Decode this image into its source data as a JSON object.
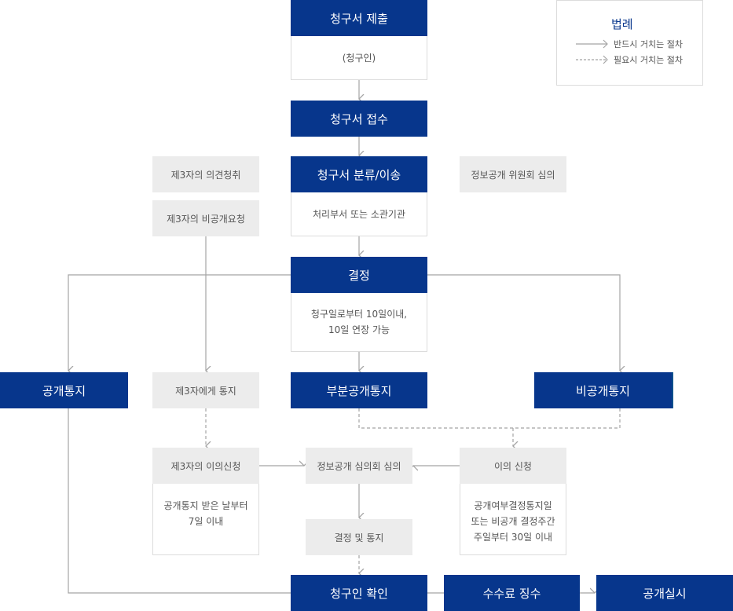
{
  "legend": {
    "title": "법례",
    "items": [
      {
        "label": "반드시 거치는 절차",
        "style": "solid"
      },
      {
        "label": "필요시 거치는 절차",
        "style": "dashed"
      }
    ]
  },
  "colors": {
    "primary": "#07368c",
    "secondary_box": "#ececec",
    "line": "#a5a5a5",
    "note_border": "#dcdcdc"
  },
  "nodes": {
    "submit": {
      "title": "청구서 제출",
      "note": "(청구인)"
    },
    "receive": {
      "title": "청구서 접수"
    },
    "classify": {
      "title": "청구서 분류/이송",
      "note": "처리부서 또는 소관기관"
    },
    "third_opinion": {
      "title": "제3자의 의견청취"
    },
    "third_request": {
      "title": "제3자의 비공개요청"
    },
    "committee": {
      "title": "정보공개 위원회 심의"
    },
    "decision": {
      "title": "결정",
      "note": "청구일로부터 10일이내,\n10일 연장 가능"
    },
    "public_notice": {
      "title": "공개통지"
    },
    "third_notice": {
      "title": "제3자에게 통지"
    },
    "partial_notice": {
      "title": "부분공개통지"
    },
    "nonpublic_notice": {
      "title": "비공개통지"
    },
    "third_objection": {
      "title": "제3자의 이의신청",
      "note": "공개통지 받은 날부터\n7일 이내"
    },
    "review": {
      "title": "정보공개 심의회 심의"
    },
    "objection": {
      "title": "이의 신청",
      "note": "공개여부결정통지일\n또는 비공개 결정주간\n주일부터 30일 이내"
    },
    "decide_notify": {
      "title": "결정 및 통지"
    },
    "confirm": {
      "title": "청구인 확인"
    },
    "fee": {
      "title": "수수료 징수"
    },
    "disclose": {
      "title": "공개실시"
    }
  }
}
